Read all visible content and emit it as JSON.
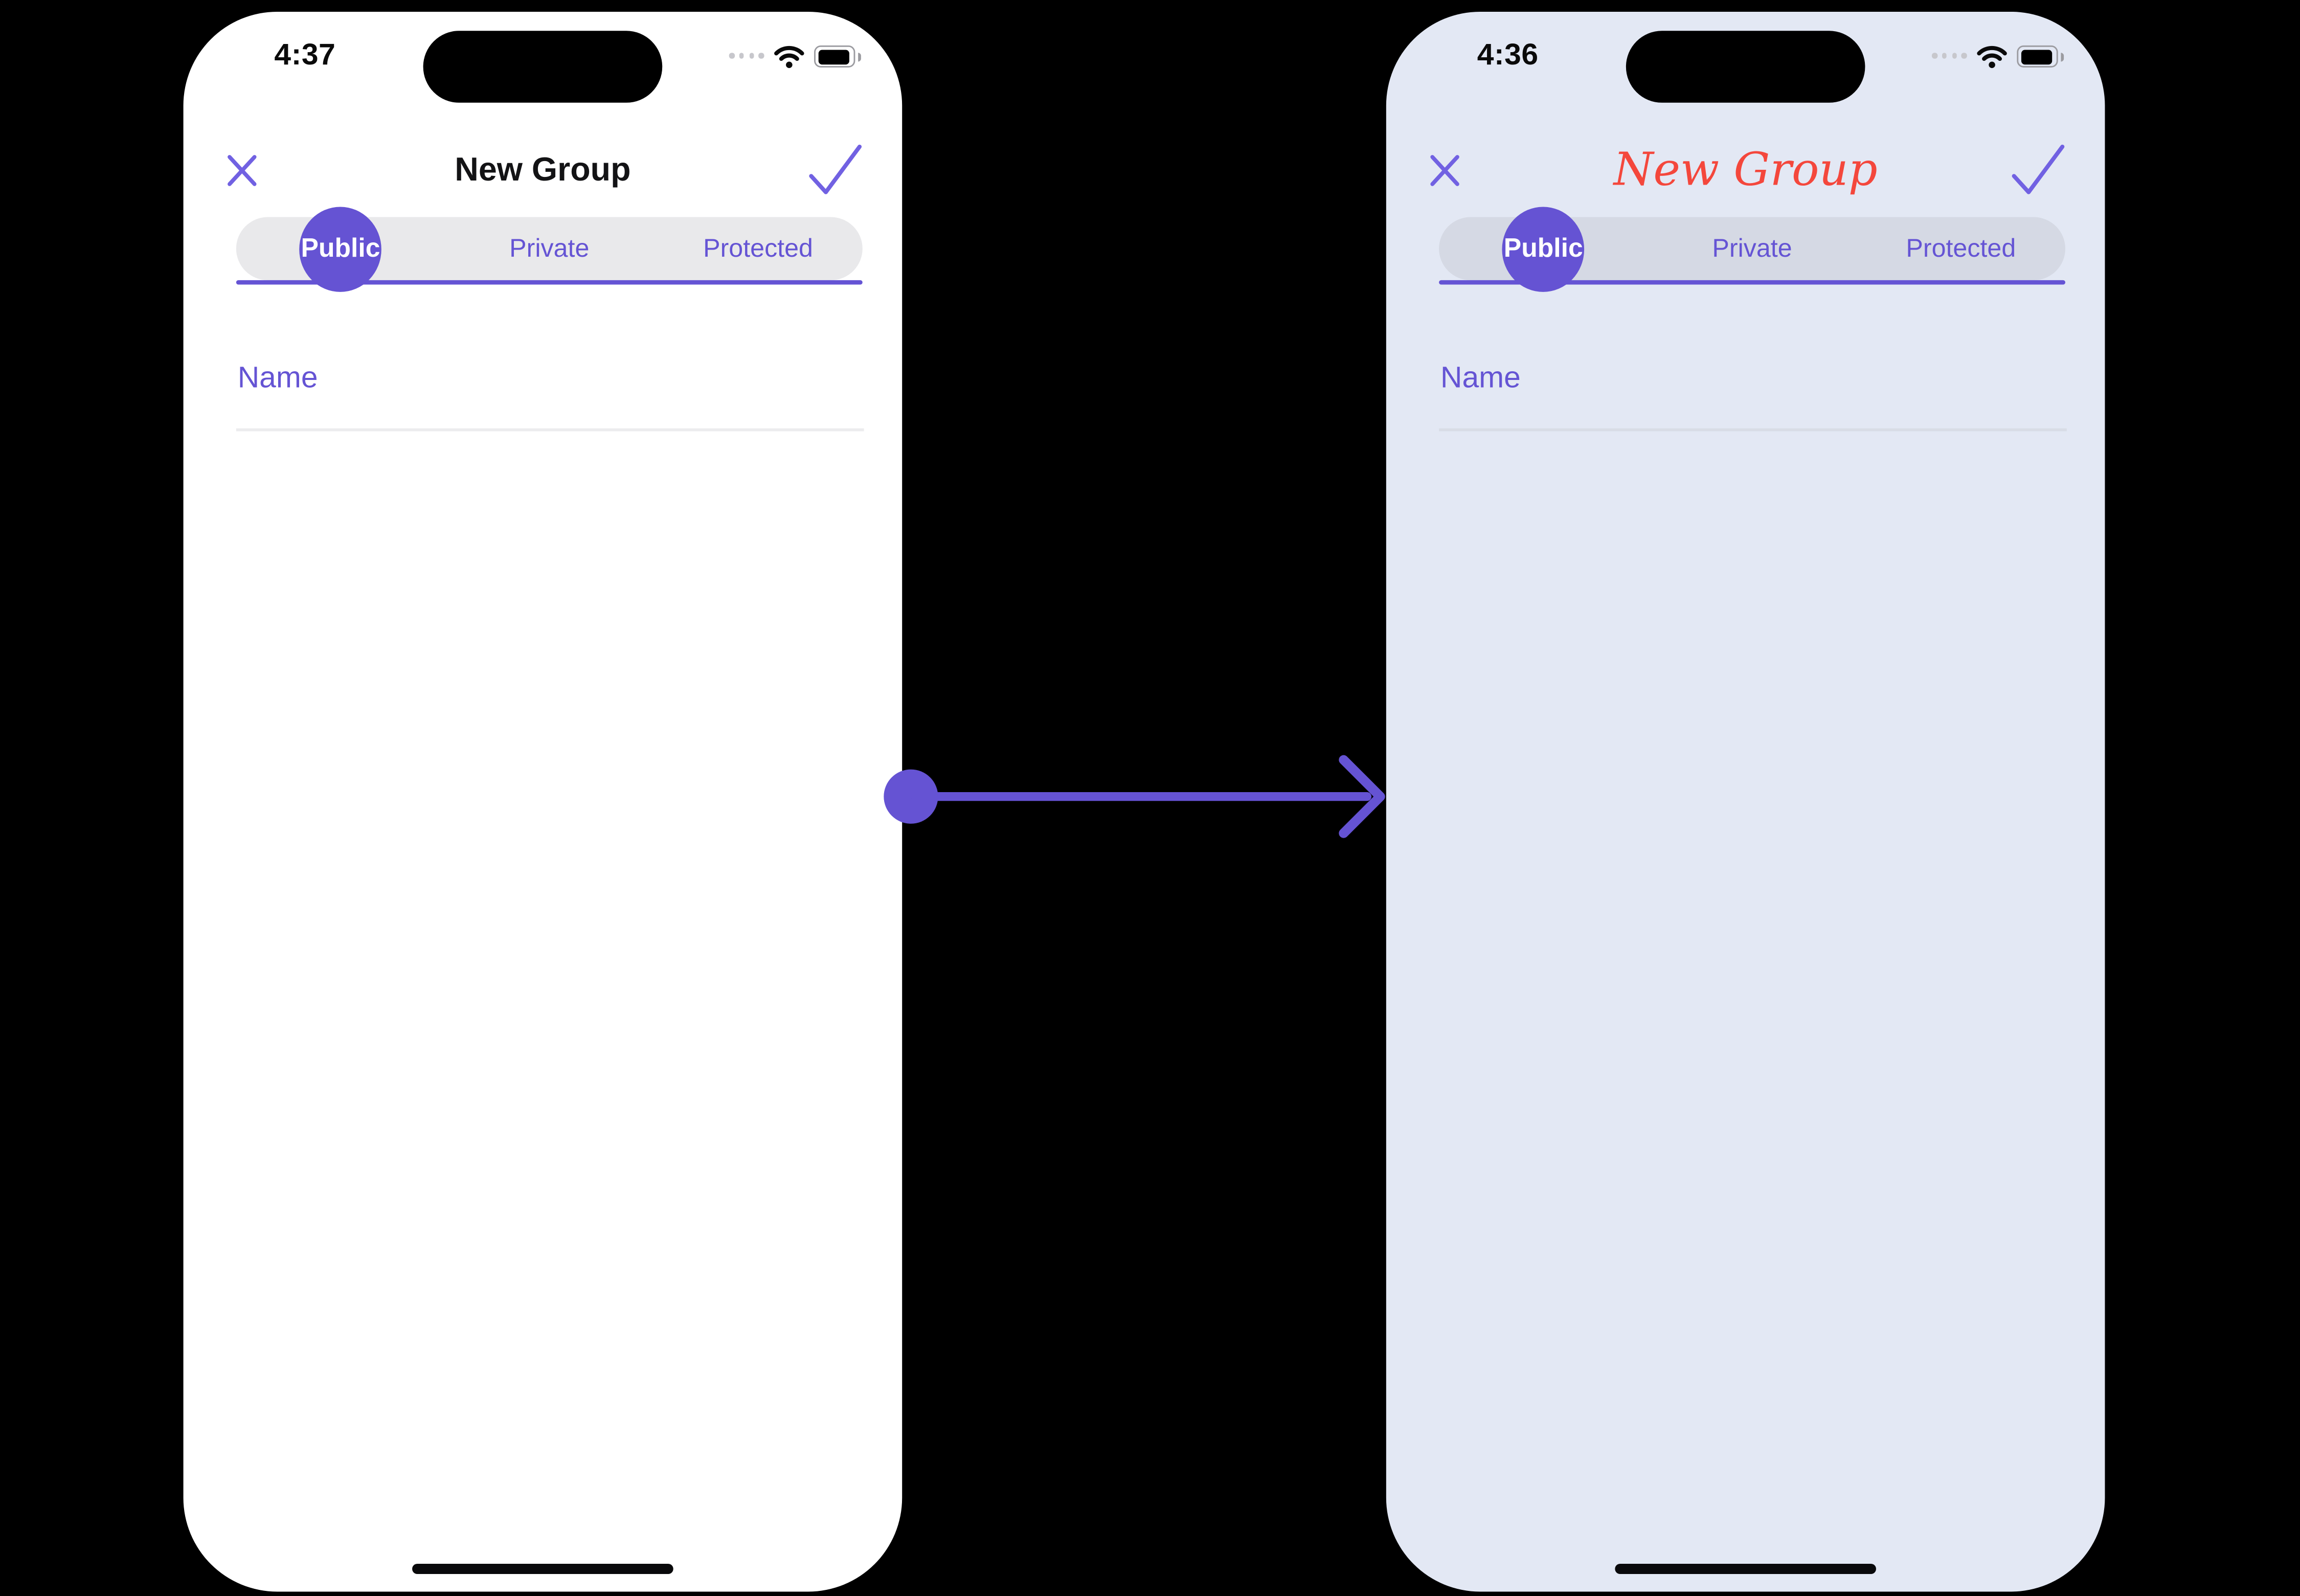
{
  "colors": {
    "canvas_bg": "#000000",
    "accent": "#6554d4",
    "icon_purple": "#7161e2",
    "shape_purple": "#6553d3",
    "phone_left_bg": "#ffffff",
    "phone_right_bg": "#e3e8f4",
    "segment_left_bg": "#e9e9eb",
    "segment_right_bg": "#d5d9e4",
    "title_left": "#131315",
    "title_right": "#f4473c",
    "divider_left": "#ececee",
    "divider_right": "#d8dce6",
    "selected_tab_text": "#ffffff",
    "status_text_dark": "#0a0a0a",
    "home_indicator": "#09090b"
  },
  "icons": {
    "close": "x-mark",
    "confirm": "check-mark",
    "cellular": "no-signal-dots",
    "wifi": "wifi",
    "battery": "battery-full",
    "arrow": "arrow-right-from-dot"
  },
  "phones": {
    "left": {
      "status": {
        "time": "4:37"
      },
      "title": "New Group",
      "tabs": [
        "Public",
        "Private",
        "Protected"
      ],
      "selected_tab": "Public",
      "name_field": {
        "placeholder": "Name",
        "value": ""
      }
    },
    "right": {
      "status": {
        "time": "4:36"
      },
      "title": "New Group",
      "tabs": [
        "Public",
        "Private",
        "Protected"
      ],
      "selected_tab": "Public",
      "name_field": {
        "placeholder": "Name",
        "value": ""
      }
    }
  }
}
